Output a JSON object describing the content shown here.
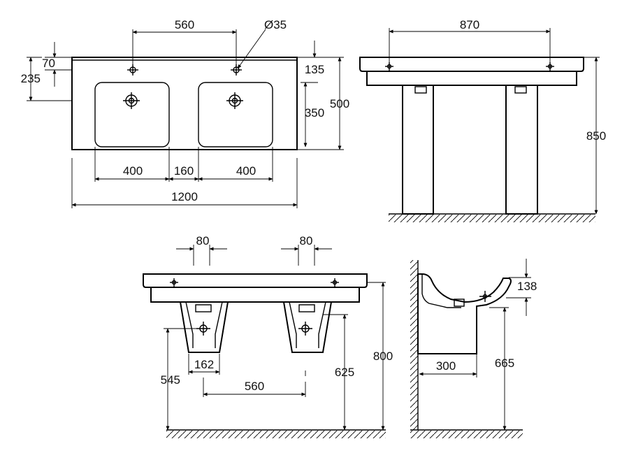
{
  "views": {
    "top": {
      "width_total": "1200",
      "depth_total": "500",
      "tap_spacing": "560",
      "tap_diameter": "Ø35",
      "tap_offset": "70",
      "drain_offset": "235",
      "basin_back": "135",
      "basin_depth": "350",
      "basin_width_left": "400",
      "basin_gap": "160",
      "basin_width_right": "400"
    },
    "side_pedestal": {
      "width": "870",
      "height": "850"
    },
    "front_wall_hung": {
      "bracket_left": "80",
      "bracket_right": "80",
      "bracket_width": "162",
      "bracket_spacing": "560",
      "drain_height": "545",
      "bracket_height": "625",
      "total_height": "800"
    },
    "profile": {
      "basin_height": "138",
      "projection": "300",
      "waste_height": "665"
    }
  }
}
